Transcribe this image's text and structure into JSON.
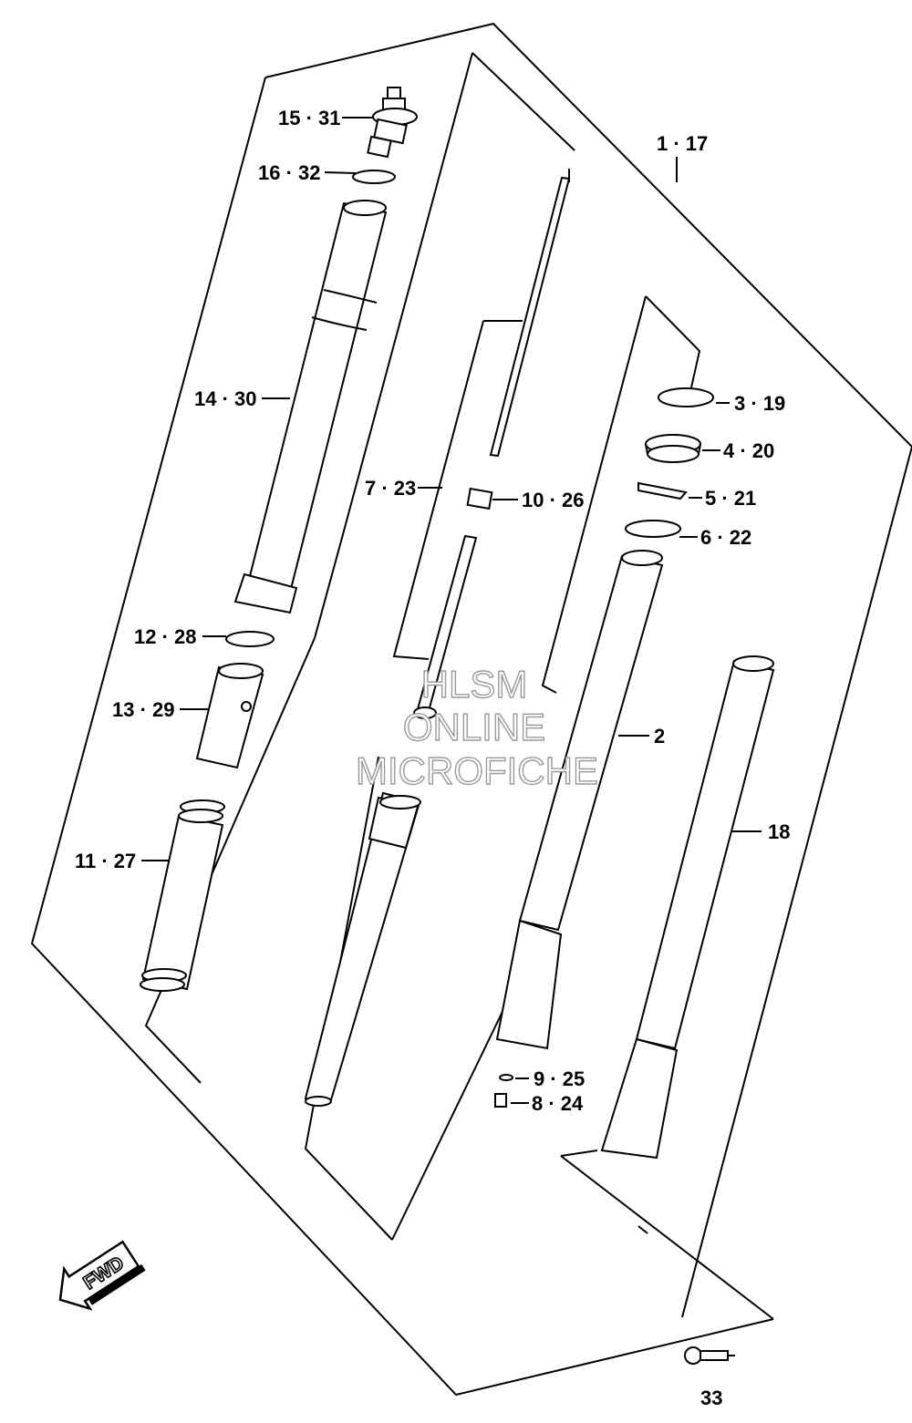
{
  "labels": {
    "p15_31": "15 · 31",
    "p16_32": "16 · 32",
    "p14_30": "14 · 30",
    "p12_28": "12 · 28",
    "p13_29": "13 · 29",
    "p11_27": "11 · 27",
    "p7_23": "7 · 23",
    "p10_26": "10 · 26",
    "p1_17": "1 · 17",
    "p3_19": "3 · 19",
    "p4_20": "4 · 20",
    "p5_21": "5 · 21",
    "p6_22": "6 · 22",
    "p2": "2",
    "p18": "18",
    "p9_25": "9 · 25",
    "p8_24": "8 · 24",
    "p33": "33"
  },
  "watermark": {
    "line1": "HLSM",
    "line2": "ONLINE",
    "line3": "MICROFICHE"
  },
  "fwd_arrow": "FWD",
  "icons": {
    "fwd": "fwd-arrow-icon"
  }
}
